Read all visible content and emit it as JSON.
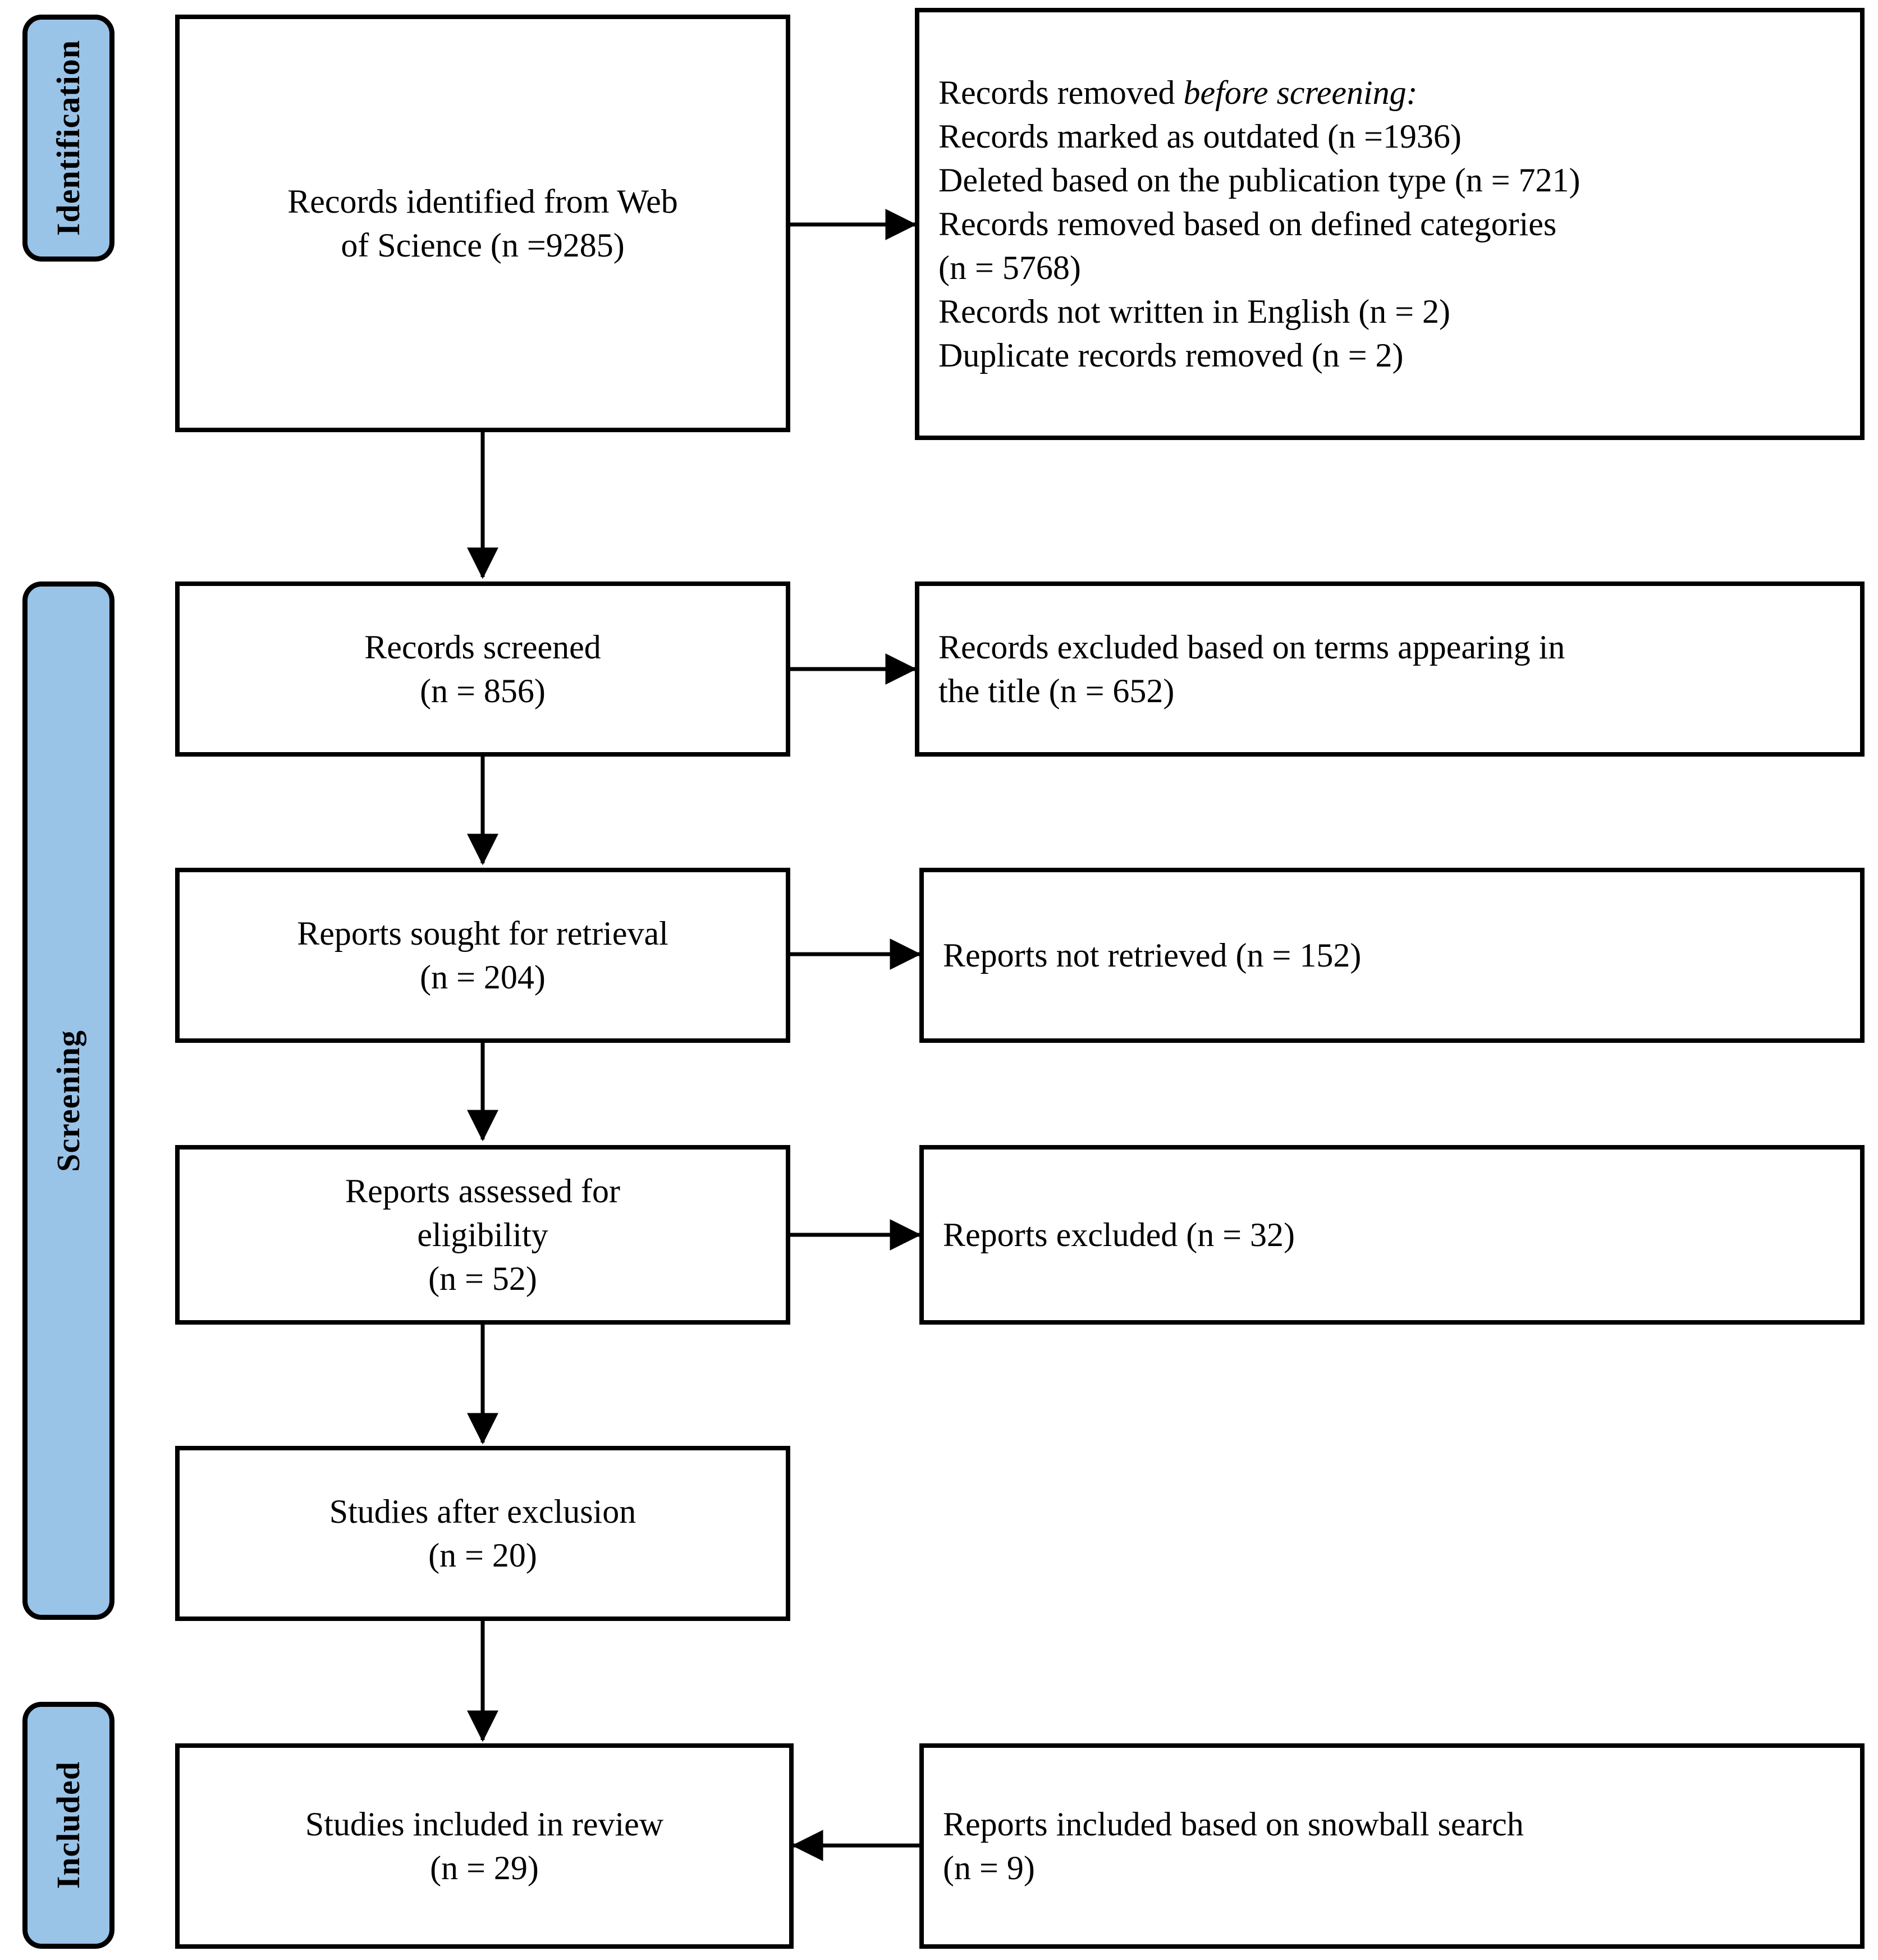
{
  "diagram": {
    "title": "PRISMA flow diagram",
    "type": "prisma-flow-diagram",
    "accent_color": "#9AC3E8",
    "line_color": "#000000",
    "background_color": "#FFFFFF"
  },
  "phases": [
    {
      "id": "identification",
      "label": "Identification"
    },
    {
      "id": "screening",
      "label": "Screening"
    },
    {
      "id": "included",
      "label": "Included"
    }
  ],
  "nodes": {
    "records_identified": {
      "line1": "Records identified from Web",
      "line2": "of Science (n =9285)"
    },
    "records_removed_before_screening": {
      "heading_plain": "Records removed ",
      "heading_italic": "before screening:",
      "items": [
        "Records marked as outdated (n =1936)",
        "Deleted based on the publication type (n = 721)",
        "Records removed based on defined categories",
        "(n = 5768)",
        "Records not written in English (n = 2)",
        "Duplicate records removed (n = 2)"
      ]
    },
    "records_screened": {
      "line1": "Records screened",
      "line2": "(n = 856)"
    },
    "records_excluded_title": {
      "line1": "Records excluded based on terms appearing in",
      "line2": "the title (n = 652)"
    },
    "reports_sought": {
      "line1": "Reports sought for retrieval",
      "line2": "(n = 204)"
    },
    "reports_not_retrieved": {
      "line1": "Reports not retrieved (n = 152)"
    },
    "reports_assessed": {
      "line1": "Reports assessed for",
      "line2": "eligibility",
      "line3": "(n = 52)"
    },
    "reports_excluded": {
      "line1": "Reports excluded (n = 32)"
    },
    "studies_after_exclusion": {
      "line1": "Studies after exclusion",
      "line2": "(n = 20)"
    },
    "studies_included": {
      "line1": "Studies included in review",
      "line2": "(n = 29)"
    },
    "reports_snowball": {
      "line1": "Reports included based on snowball search",
      "line2": "(n = 9)"
    }
  },
  "chart_data": {
    "type": "diagram",
    "title": "PRISMA flow diagram",
    "stages": [
      {
        "phase": "Identification",
        "label": "Records identified from Web of Science",
        "n": 9285
      },
      {
        "phase": "Identification",
        "label": "Records marked as outdated",
        "n": 1936,
        "kind": "removed"
      },
      {
        "phase": "Identification",
        "label": "Deleted based on the publication type",
        "n": 721,
        "kind": "removed"
      },
      {
        "phase": "Identification",
        "label": "Records removed based on defined categories",
        "n": 5768,
        "kind": "removed"
      },
      {
        "phase": "Identification",
        "label": "Records not written in English",
        "n": 2,
        "kind": "removed"
      },
      {
        "phase": "Identification",
        "label": "Duplicate records removed",
        "n": 2,
        "kind": "removed"
      },
      {
        "phase": "Screening",
        "label": "Records screened",
        "n": 856
      },
      {
        "phase": "Screening",
        "label": "Records excluded based on terms appearing in the title",
        "n": 652,
        "kind": "excluded"
      },
      {
        "phase": "Screening",
        "label": "Reports sought for retrieval",
        "n": 204
      },
      {
        "phase": "Screening",
        "label": "Reports not retrieved",
        "n": 152,
        "kind": "excluded"
      },
      {
        "phase": "Screening",
        "label": "Reports assessed for eligibility",
        "n": 52
      },
      {
        "phase": "Screening",
        "label": "Reports excluded",
        "n": 32,
        "kind": "excluded"
      },
      {
        "phase": "Screening",
        "label": "Studies after exclusion",
        "n": 20
      },
      {
        "phase": "Included",
        "label": "Studies included in review",
        "n": 29
      },
      {
        "phase": "Included",
        "label": "Reports included based on snowball search",
        "n": 9,
        "kind": "added"
      }
    ]
  }
}
